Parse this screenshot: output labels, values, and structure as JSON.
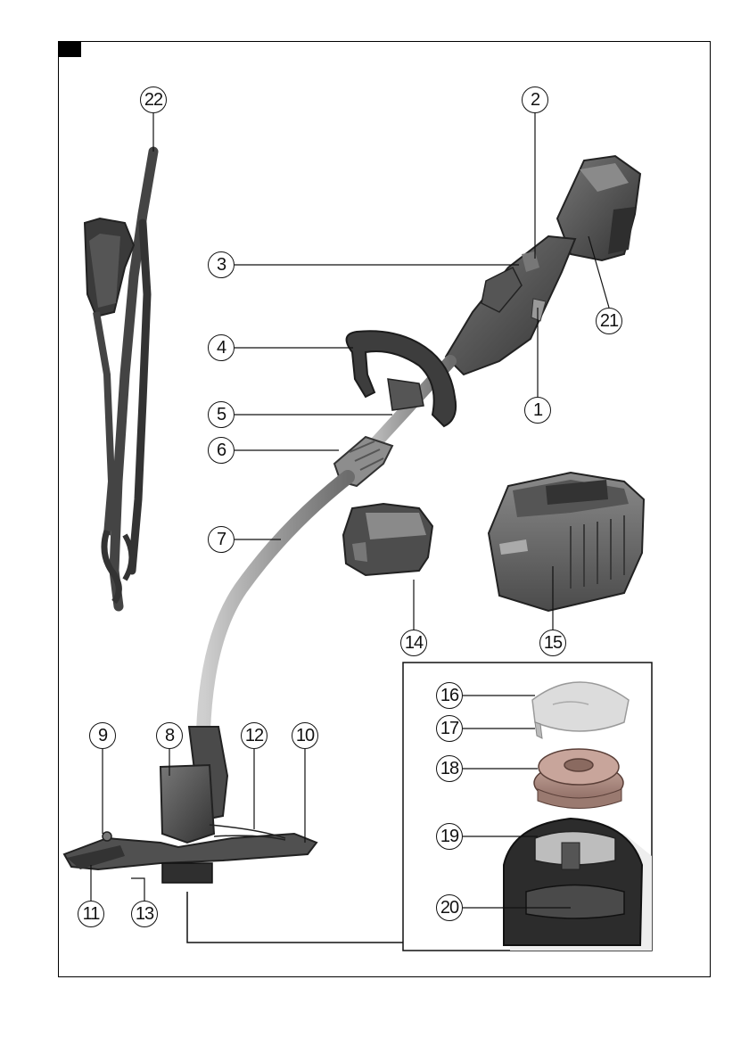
{
  "figure": {
    "callouts": [
      {
        "id": "c1",
        "label": "1"
      },
      {
        "id": "c2",
        "label": "2"
      },
      {
        "id": "c3",
        "label": "3"
      },
      {
        "id": "c4",
        "label": "4"
      },
      {
        "id": "c5",
        "label": "5"
      },
      {
        "id": "c6",
        "label": "6"
      },
      {
        "id": "c7",
        "label": "7"
      },
      {
        "id": "c8",
        "label": "8"
      },
      {
        "id": "c9",
        "label": "9"
      },
      {
        "id": "c10",
        "label": "10"
      },
      {
        "id": "c11",
        "label": "11"
      },
      {
        "id": "c12",
        "label": "12"
      },
      {
        "id": "c13",
        "label": "13"
      },
      {
        "id": "c14",
        "label": "14"
      },
      {
        "id": "c15",
        "label": "15"
      },
      {
        "id": "c16",
        "label": "16"
      },
      {
        "id": "c17",
        "label": "17"
      },
      {
        "id": "c18",
        "label": "18"
      },
      {
        "id": "c19",
        "label": "19"
      },
      {
        "id": "c20",
        "label": "20"
      },
      {
        "id": "c21",
        "label": "21"
      },
      {
        "id": "c22",
        "label": "22"
      }
    ]
  },
  "colors": {
    "outline": "#111111",
    "body_dark": "#4a4a4a",
    "body_mid": "#7b7b7b",
    "shaft": "#a9a9a9",
    "spool": "#a8847a",
    "cap": "#d9d9d9"
  }
}
